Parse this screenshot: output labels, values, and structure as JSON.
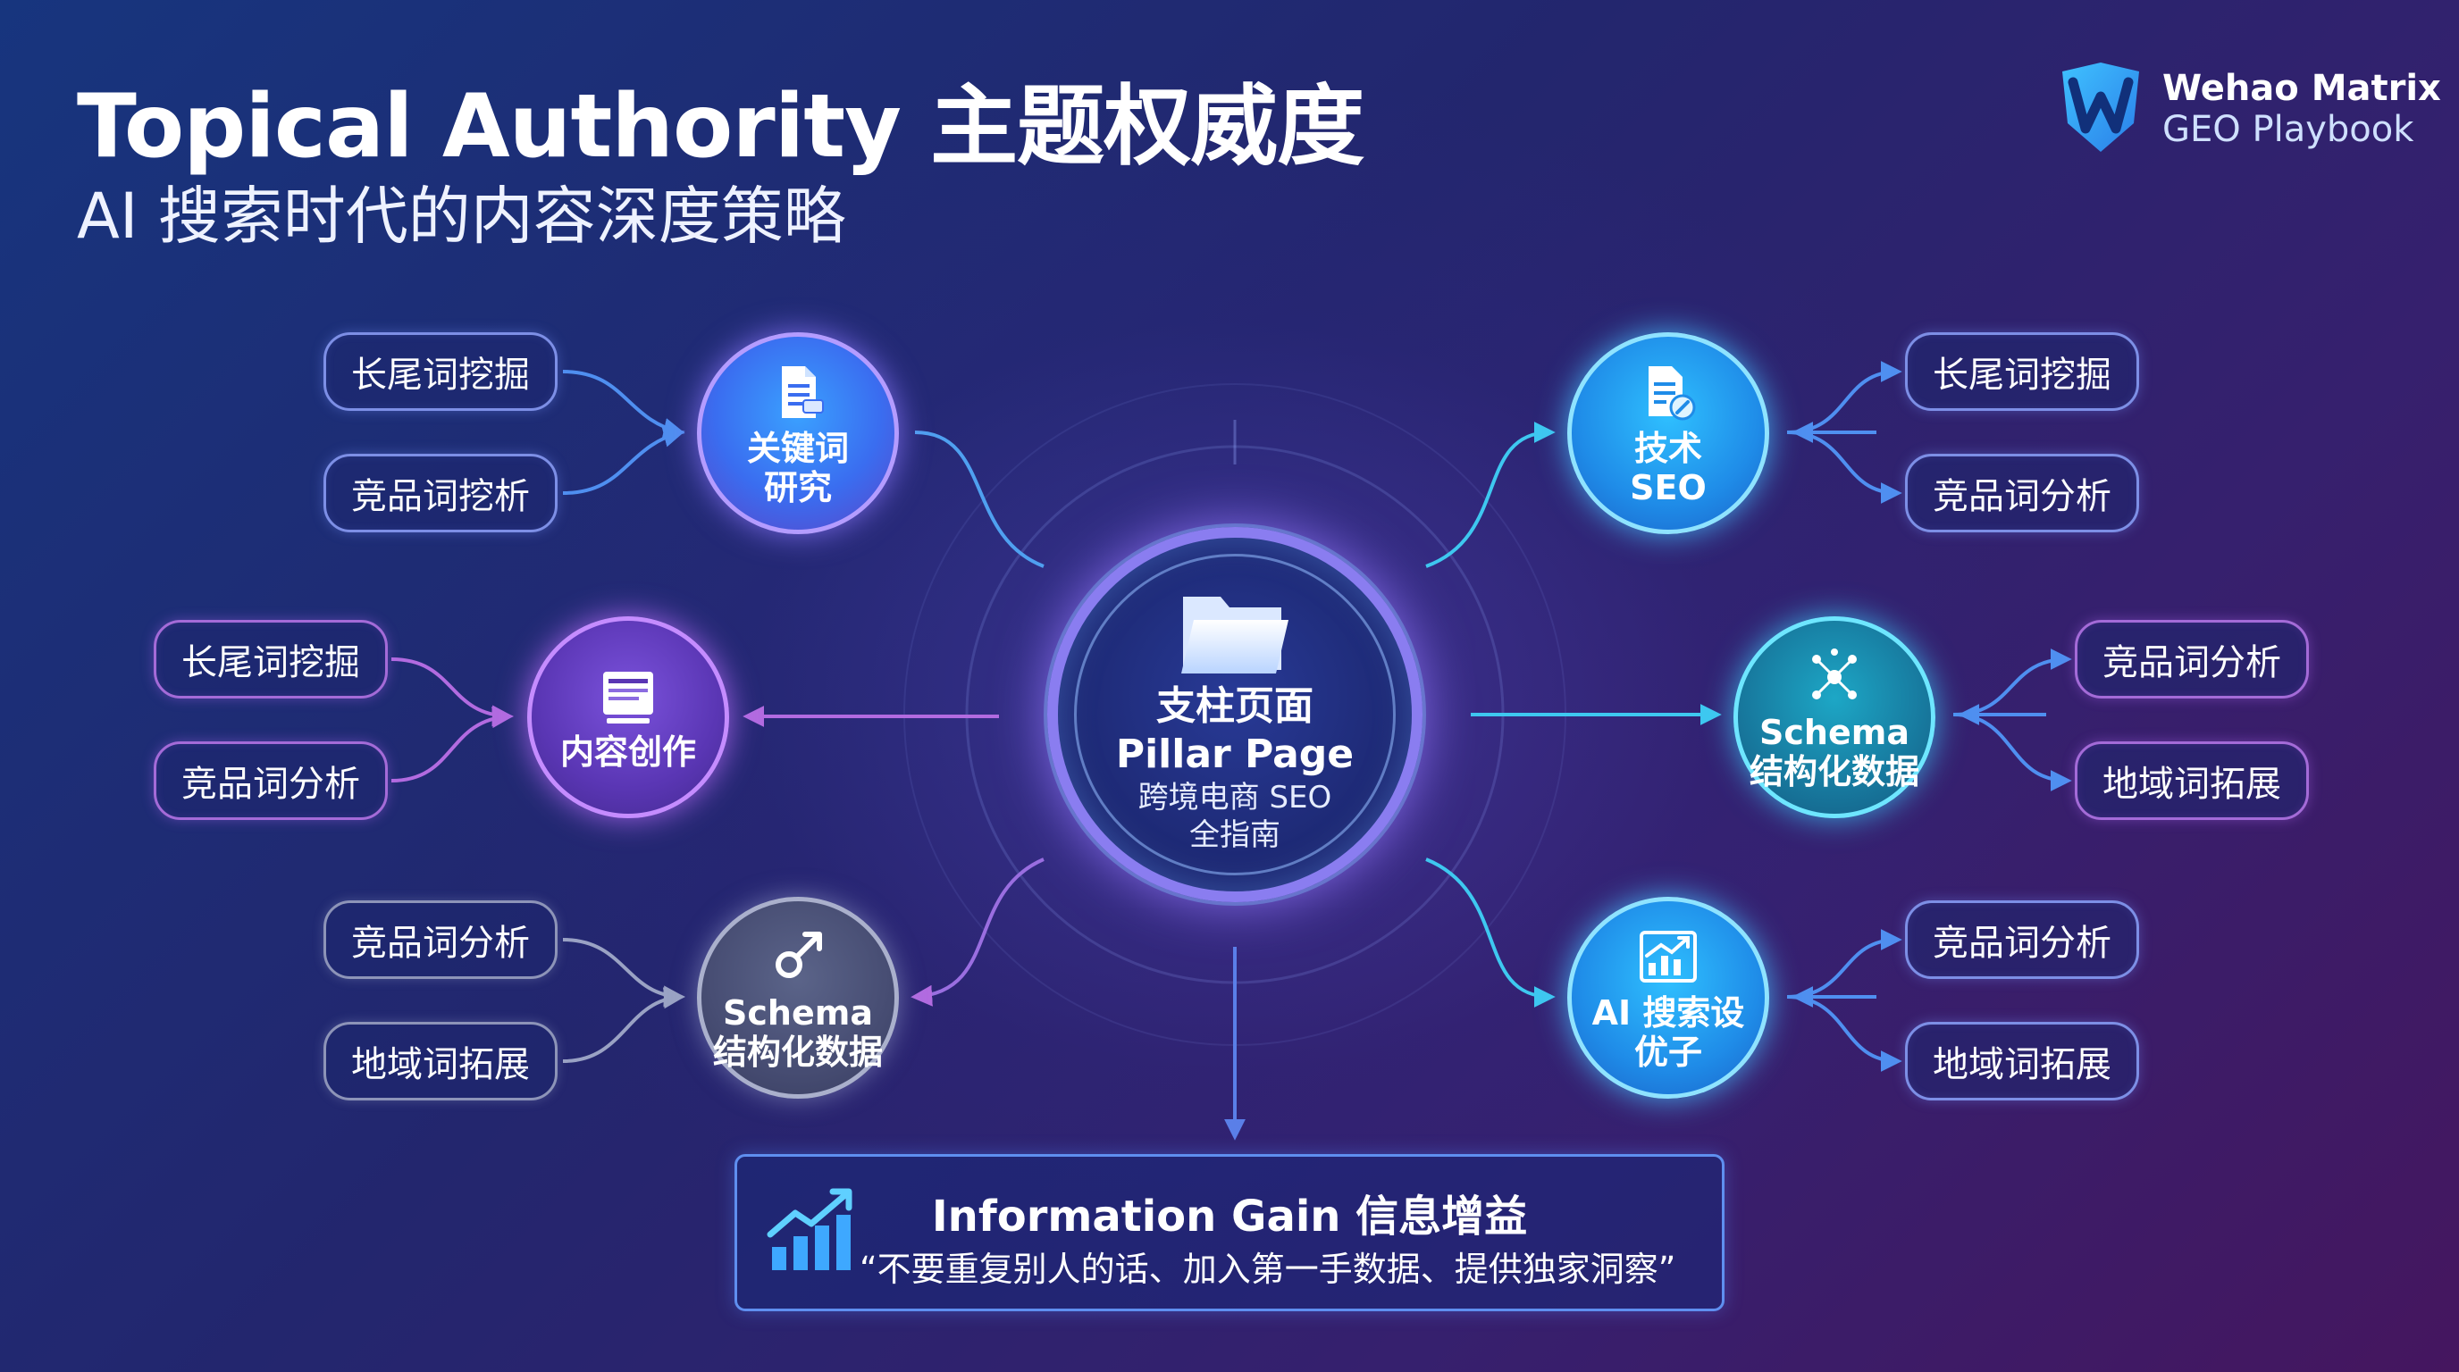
{
  "header": {
    "title": "Topical Authority 主题权威度",
    "subtitle": "AI 搜索时代的内容深度策略"
  },
  "brand": {
    "name": "Wehao Matrix",
    "sub": "GEO Playbook",
    "logo_icon": "w-shield-logo"
  },
  "center": {
    "icon": "folder-icon",
    "title_cn": "支柱页面",
    "title_en": "Pillar Page",
    "sub1": "跨境电商 SEO",
    "sub2": "全指南"
  },
  "nodes": {
    "keyword_research": {
      "line1": "关键词",
      "line2": "研究",
      "icon": "document-icon"
    },
    "content_creation": {
      "line1": "内容创作",
      "icon": "text-editor-icon"
    },
    "schema_left": {
      "line1": "Schema",
      "line2": "结构化数据",
      "icon": "magnifier-arrow-icon"
    },
    "tech_seo": {
      "line1": "技术",
      "line2": "SEO",
      "icon": "document-pen-icon"
    },
    "schema_right": {
      "line1": "Schema",
      "line2": "结构化数据",
      "icon": "network-nodes-icon"
    },
    "ai_search": {
      "line1": "AI 搜索设",
      "line2": "优子",
      "icon": "growth-chart-icon"
    }
  },
  "pills": {
    "kw_1": "长尾词挖掘",
    "kw_2": "竞品词挖析",
    "cc_1": "长尾词挖掘",
    "cc_2": "竞品词分析",
    "sl_1": "竞品词分析",
    "sl_2": "地域词拓展",
    "ts_1": "长尾词挖掘",
    "ts_2": "竞品词分析",
    "sr_1": "竞品词分析",
    "sr_2": "地域词拓展",
    "ai_1": "竞品词分析",
    "ai_2": "地域词拓展"
  },
  "info_gain": {
    "icon": "bar-growth-icon",
    "title": "Information Gain 信息增益",
    "quote": "“不要重复别人的话、加入第一手数据、提供独家洞察”"
  },
  "colors": {
    "bg_start": "#17357e",
    "bg_end": "#45165f",
    "blue_line": "#4f8ff0",
    "cyan_line": "#3ec8f0",
    "purple_line": "#b26be0",
    "gray_line": "#9aa2c4"
  }
}
